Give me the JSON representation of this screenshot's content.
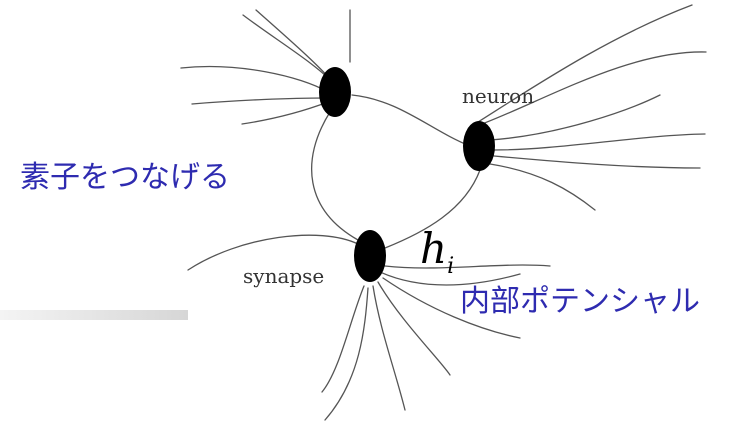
{
  "diagram": {
    "labels": {
      "connect_elements": "素子をつなげる",
      "neuron": "neuron",
      "synapse": "synapse",
      "internal_potential": "内部ポテンシャル",
      "potential_var_main": "h",
      "potential_var_sub": "i"
    },
    "colors": {
      "japanese_text": "#2e2bb0",
      "english_text": "#333333",
      "lines": "#555555",
      "nodes": "#000000",
      "decoration_bar_light": "#f4f4f4",
      "decoration_bar_dark": "#d6d6d6"
    },
    "nodes": [
      {
        "id": "neuron-top",
        "kind": "neuron"
      },
      {
        "id": "neuron-right",
        "kind": "neuron"
      },
      {
        "id": "neuron-bottom",
        "kind": "synapse"
      }
    ]
  }
}
